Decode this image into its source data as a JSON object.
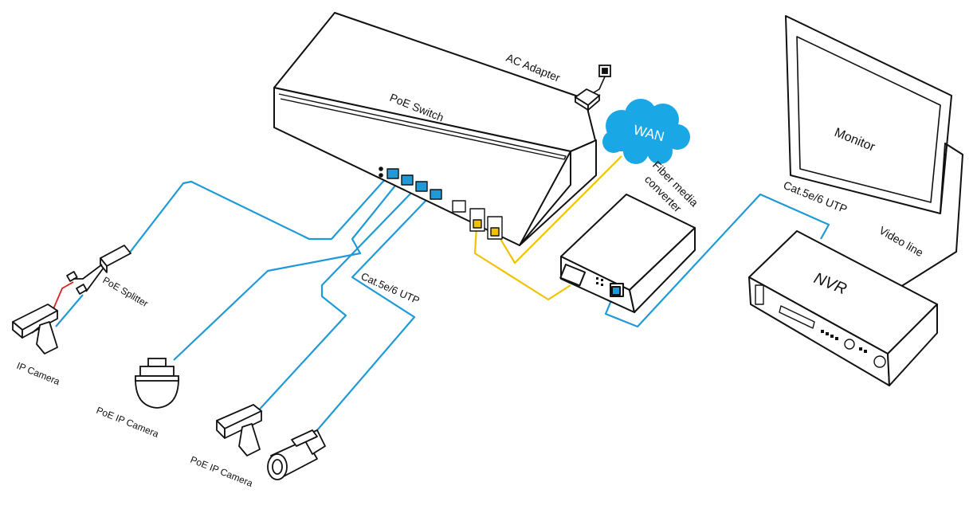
{
  "labels": {
    "poe_switch": "PoE  Switch",
    "ac_adapter": "AC Adapter",
    "wan": "WAN",
    "monitor": "Monitor",
    "fiber_media_converter_line1": "Fiber media",
    "fiber_media_converter_line2": "converter",
    "cat_cable_right": "Cat.5e/6 UTP",
    "video_line": "Video line",
    "nvr": "NVR",
    "poe_splitter": "PoE Splitter",
    "ip_camera": "IP Camera",
    "poe_ip_camera_dome": "PoE IP Camera",
    "poe_ip_camera_bullet": "PoE IP Camera",
    "cat_cable_left": "Cat.5e/6 UTP"
  },
  "colors": {
    "ethernet_cable": "#1f9ad6",
    "fiber_cable": "#f2c200",
    "power_cable": "#e02020",
    "wan_cloud": "#1aa7e6",
    "outline": "#111111"
  }
}
